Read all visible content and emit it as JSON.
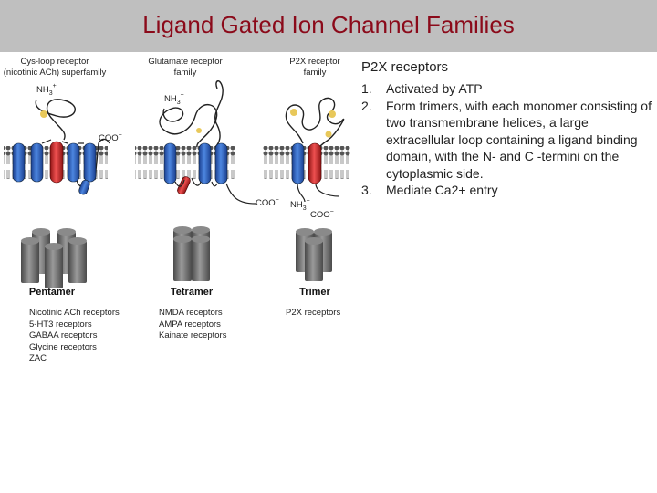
{
  "slide": {
    "title": "Ligand Gated Ion Channel Families"
  },
  "figure": {
    "column_headers": [
      {
        "line1": "Cys-loop receptor",
        "line2": "(nicotinic ACh) superfamily"
      },
      {
        "line1": "Glutamate receptor",
        "line2": "family"
      },
      {
        "line1": "P2X receptor",
        "line2": "family"
      }
    ],
    "terminal_labels": {
      "nh3": "NH",
      "nh3_sub": "3",
      "nh3_sup": "+",
      "coo": "COO",
      "coo_sup": "−"
    },
    "assembly_labels": [
      "Pentamer",
      "Tetramer",
      "Trimer"
    ],
    "receptor_lists": {
      "pentamer": [
        "Nicotinic ACh receptors",
        "5-HT3 receptors",
        "GABAA receptors",
        "Glycine receptors",
        "ZAC"
      ],
      "tetramer": [
        "NMDA receptors",
        "AMPA receptors",
        "Kainate receptors"
      ],
      "trimer": [
        "P2X receptors"
      ]
    }
  },
  "panel": {
    "heading": "P2X receptors",
    "items": [
      {
        "num": "1.",
        "text": "Activated by ATP"
      },
      {
        "num": "2.",
        "text": "Form trimers, with each monomer consisting of two transmembrane helices, a large extracellular loop containing a ligand binding domain, with the N- and C -termini on the cytoplasmic side."
      },
      {
        "num": "3.",
        "text": "Mediate Ca2+ entry"
      }
    ]
  },
  "colors": {
    "title": "#8b0a1a",
    "title_bar": "#bfbfbf",
    "helix_blue": "#2a5fbf",
    "helix_red": "#d42a2a",
    "channel_gray": "#6f6f6f",
    "ligand_site": "#e8c85a"
  }
}
